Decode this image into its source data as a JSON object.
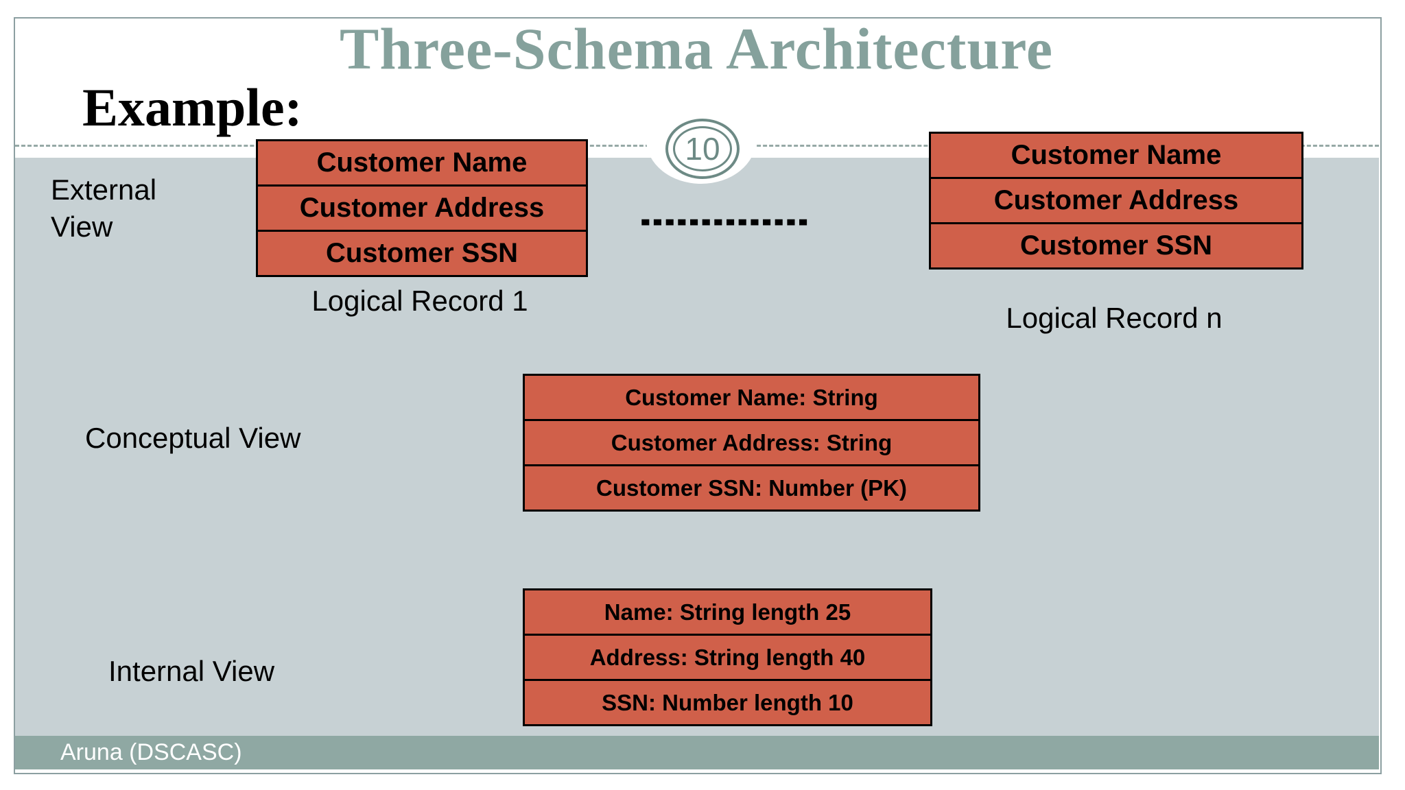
{
  "slide": {
    "title": "Three-Schema Architecture",
    "heading": "Example:",
    "page_number": "10",
    "footer": "Aruna (DSCASC)"
  },
  "external": {
    "label": "External View",
    "record_1": {
      "fields": [
        "Customer Name",
        "Customer Address",
        "Customer SSN"
      ],
      "caption": "Logical Record 1"
    },
    "separator": "--------------",
    "record_n": {
      "fields": [
        "Customer Name",
        "Customer Address",
        "Customer SSN"
      ],
      "caption": "Logical Record n"
    }
  },
  "conceptual": {
    "label": "Conceptual View",
    "fields": [
      "Customer Name: String",
      "Customer Address: String",
      "Customer SSN: Number (PK)"
    ]
  },
  "internal": {
    "label": "Internal View",
    "fields": [
      "Name: String length 25",
      "Address: String length 40",
      "SSN: Number length 10"
    ]
  },
  "colors": {
    "title_teal": "#85A19C",
    "box_orange": "#D0604A",
    "body_gray": "#C7D1D4",
    "footer_sage": "#8FA8A3",
    "badge_teal": "#6D8A85",
    "line_teal": "#96A9A6",
    "frame_border": "#8C9FA1"
  }
}
